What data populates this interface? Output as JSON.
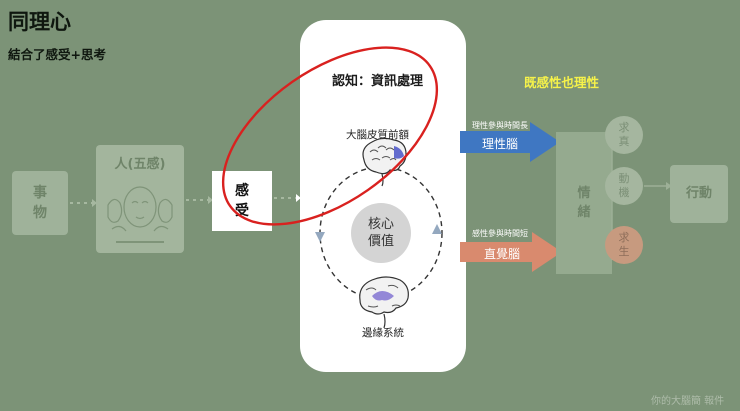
{
  "title": "同理心",
  "subtitle": "結合了感受+思考",
  "event": {
    "label": "事物"
  },
  "person": {
    "label": "人(五感)"
  },
  "feel": {
    "label": "感受"
  },
  "center": {
    "cognition": "認知：資訊處理",
    "prefrontal": "大腦皮質前額",
    "core": "核心價值",
    "limbic": "邊緣系統"
  },
  "right": {
    "both_label": "既感性也理性",
    "rational_small": "理性參與時間長",
    "rational_brain": "理性腦",
    "intuitive_small": "感性參與時間短",
    "intuitive_brain": "直覺腦",
    "emotion": "情緒",
    "seek_truth": "求真",
    "motive": "動機",
    "survive": "求生",
    "action": "行動"
  },
  "watermark": "你的大腦簡 報件",
  "colors": {
    "background": "#7c9377",
    "highlight_oval": "#d9211f",
    "rational_arrow": "#3f77c2",
    "intuitive_arrow": "#d98a6e",
    "purple_link": "#a882be",
    "both_label": "#f6f24a"
  }
}
